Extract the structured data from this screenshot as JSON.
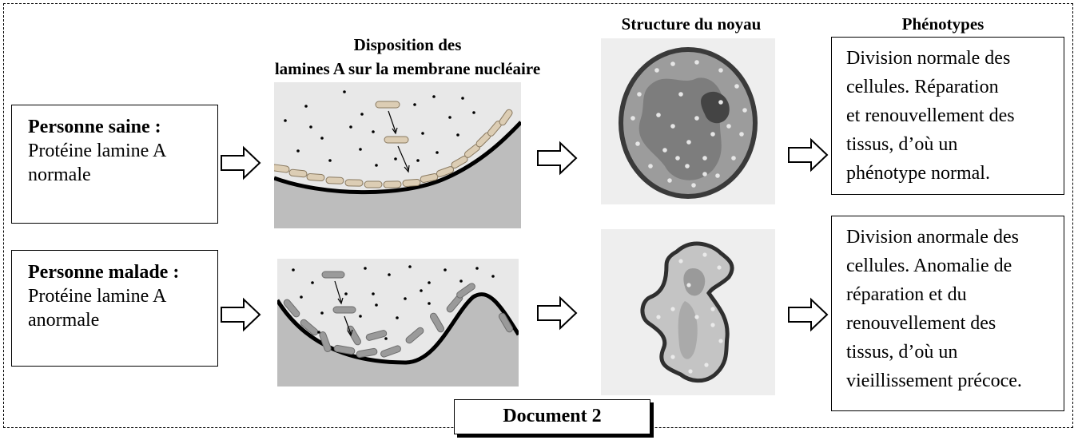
{
  "headings": {
    "disposition_line1": "Disposition des",
    "disposition_line2": "lamines  A sur la membrane nucléaire",
    "structure": "Structure du noyau",
    "phenotypes": "Phénotypes"
  },
  "healthy": {
    "title": "Personne saine :",
    "line1": "Protéine lamine A",
    "line2": "normale",
    "phenotype_lines": [
      "Division normale des",
      "cellules.  Réparation",
      "et renouvellement des",
      "tissus,  d’où un",
      "phénotype normal."
    ]
  },
  "sick": {
    "title": "Personne malade :",
    "line1": "Protéine lamine A",
    "line2": "anormale",
    "phenotype_lines": [
      "Division anormale des",
      "cellules. Anomalie de",
      "réparation et du",
      "renouvellement des",
      "tissus, d’où un",
      "vieillissement précoce."
    ]
  },
  "document_label": "Document 2",
  "colors": {
    "lamin_normal": "#dccdb4",
    "lamin_abnormal": "#9a9a9a",
    "nucleoplasm_bg": "#e8e8e8",
    "cytoplasm": "#bdbdbd",
    "nucleus_fill": "#9c9c9c"
  }
}
